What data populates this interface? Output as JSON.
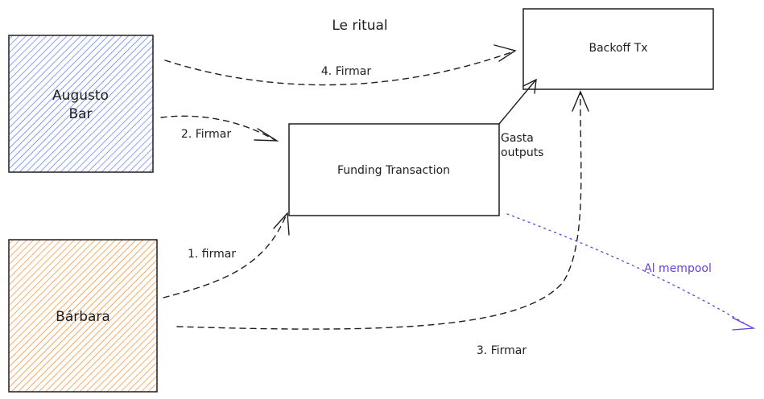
{
  "title": "Le ritual",
  "nodes": {
    "augusto": {
      "label_line1": "Augusto",
      "label_line2": "Bar",
      "fill": "#4c6ef5"
    },
    "barbara": {
      "label": "Bárbara",
      "fill": "#fd7e14"
    },
    "funding": {
      "label": "Funding Transaction"
    },
    "backoff": {
      "label": "Backoff Tx"
    }
  },
  "edges": {
    "sign1": {
      "label": "1. firmar"
    },
    "sign2": {
      "label": "2. Firmar"
    },
    "sign3": {
      "label": "3. Firmar"
    },
    "sign4": {
      "label": "4. Firmar"
    },
    "spends": {
      "label_line1": "Gasta",
      "label_line2": "outputs"
    },
    "mempool": {
      "label": "Al mempool",
      "color": "#6741d9"
    }
  }
}
